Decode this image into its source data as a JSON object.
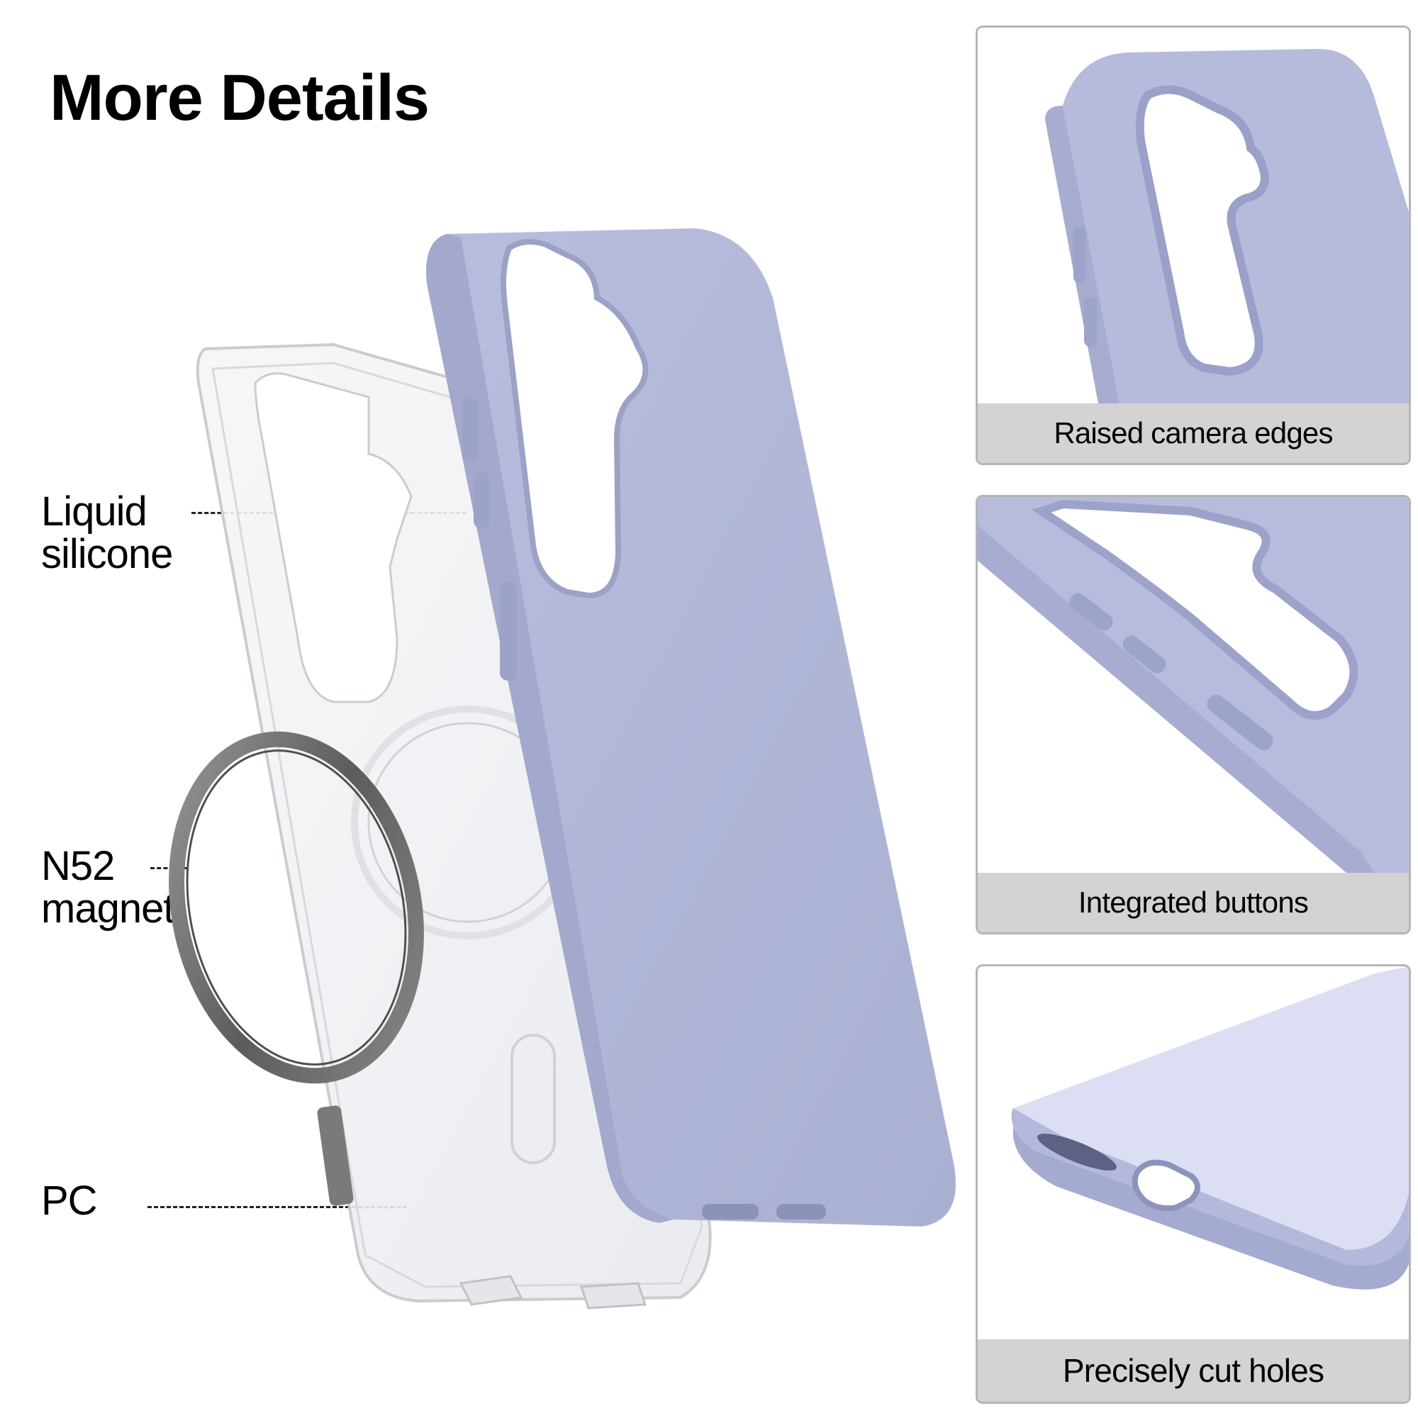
{
  "heading": "More Details",
  "callouts": {
    "liquid_silicone": "Liquid silicone",
    "n52_magnet": "N52 magnet",
    "pc": "PC"
  },
  "features": [
    {
      "caption": "Raised camera edges"
    },
    {
      "caption": "Integrated buttons"
    },
    {
      "caption": "Precisely cut holes"
    }
  ],
  "colors": {
    "case_lavender": "#b1b5d6",
    "caption_bar": "#d3d3d3",
    "panel_border": "#b5b5b5",
    "magnet_ring": "#6e6e6e"
  }
}
